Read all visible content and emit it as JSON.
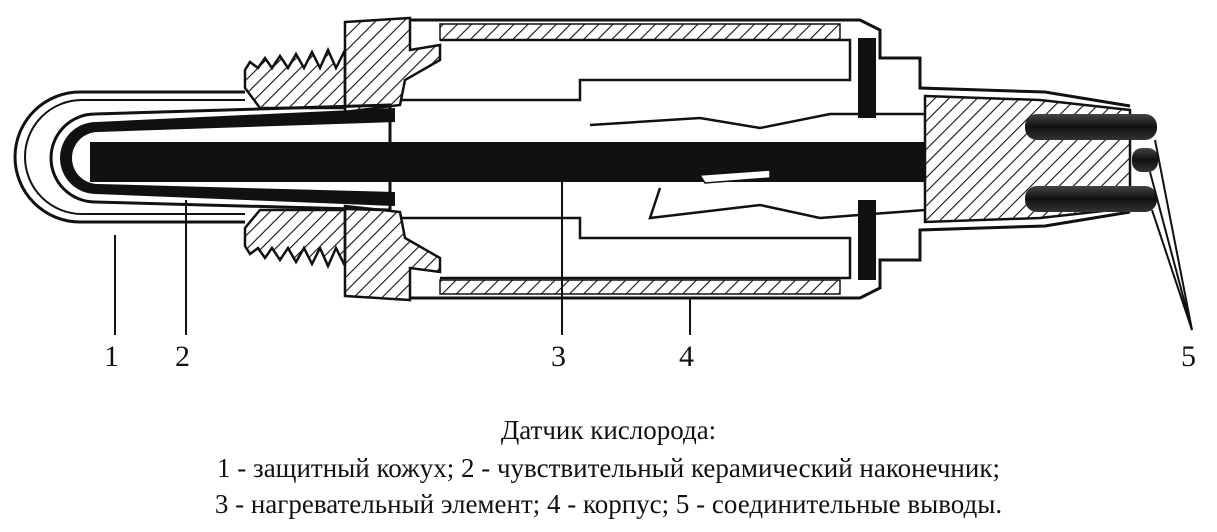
{
  "callouts": [
    {
      "id": "1",
      "label": "1"
    },
    {
      "id": "2",
      "label": "2"
    },
    {
      "id": "3",
      "label": "3"
    },
    {
      "id": "4",
      "label": "4"
    },
    {
      "id": "5",
      "label": "5"
    }
  ],
  "caption": {
    "title": "Датчик кислорода:",
    "line1": "1 - защитный кожух; 2 - чувствительный керамический наконечник;",
    "line2": "3 - нагревательный элемент; 4 - корпус; 5 - соединительные выводы."
  },
  "colors": {
    "ink": "#111111",
    "paper": "#ffffff"
  }
}
